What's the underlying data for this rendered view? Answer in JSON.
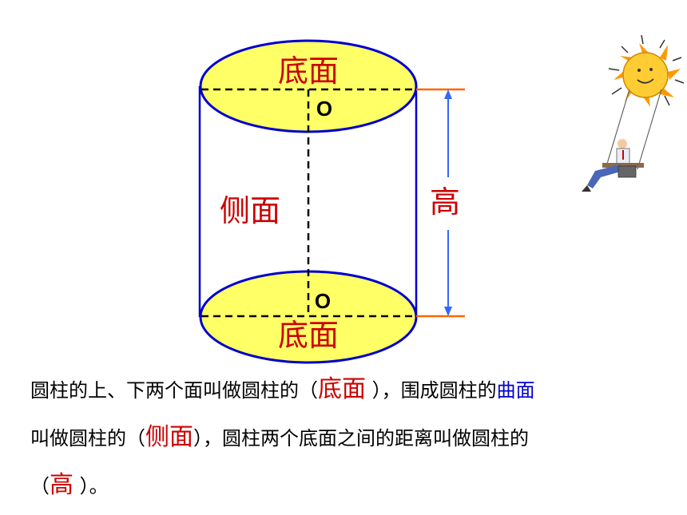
{
  "colors": {
    "base_fill": "#ffff66",
    "outline": "#0000cc",
    "dash": "#000000",
    "label_red": "#cc0000",
    "height_line": "#ff6600",
    "arrow": "#3366ff",
    "highlight_blue": "#0000cc"
  },
  "diagram": {
    "top_base_label": "底面",
    "bottom_base_label": "底面",
    "side_label": "侧面",
    "height_label": "高",
    "top_center": "O",
    "bottom_center": "O"
  },
  "decoration": {
    "icon": "sun-swing-icon"
  },
  "text": {
    "line1_a": "圆柱的上、下两个面叫做圆柱的（",
    "line1_ans": "底面",
    "line1_b": " ），围成圆柱的",
    "line1_hl": "曲面",
    "line2_a": "叫做圆柱的（",
    "line2_ans": "侧面",
    "line2_b": "），圆柱两个底面之间的距离叫做圆柱的",
    "line3_a": "（",
    "line3_ans": "高",
    "line3_b": " ）。"
  }
}
